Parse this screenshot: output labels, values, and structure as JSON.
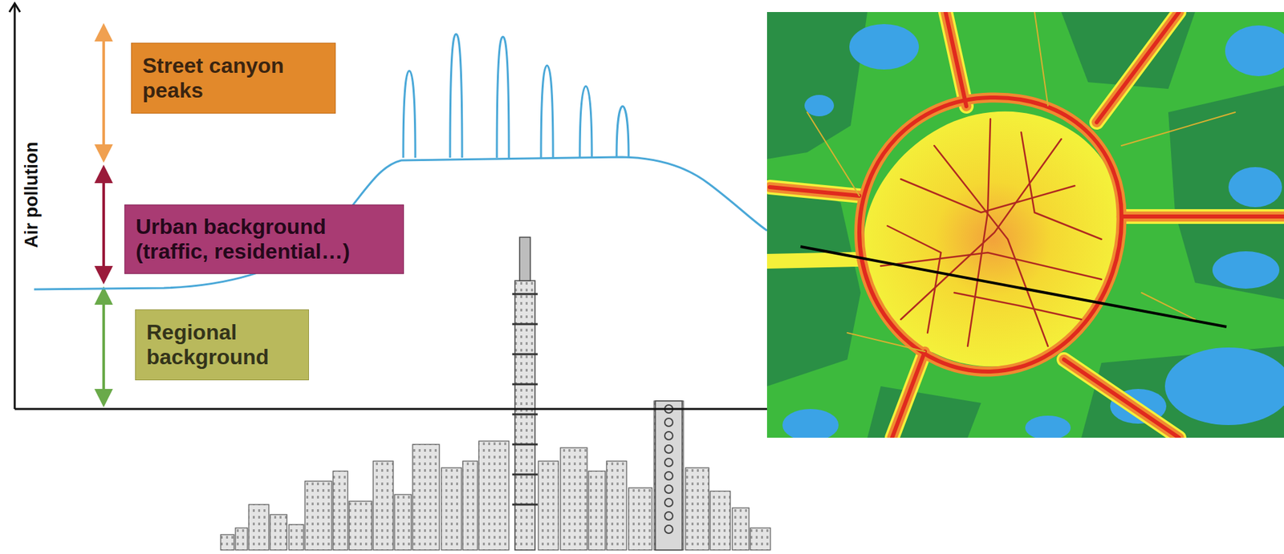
{
  "diagram": {
    "nodes": [
      {
        "text": [
          "Street canyon peaks"
        ]
      },
      {
        "text": [
          "Urban background (traffic, residential…)"
        ]
      },
      {
        "text": [
          "Regional background"
        ]
      }
    ],
    "labels": [
      "Air pollution"
    ]
  }
}
